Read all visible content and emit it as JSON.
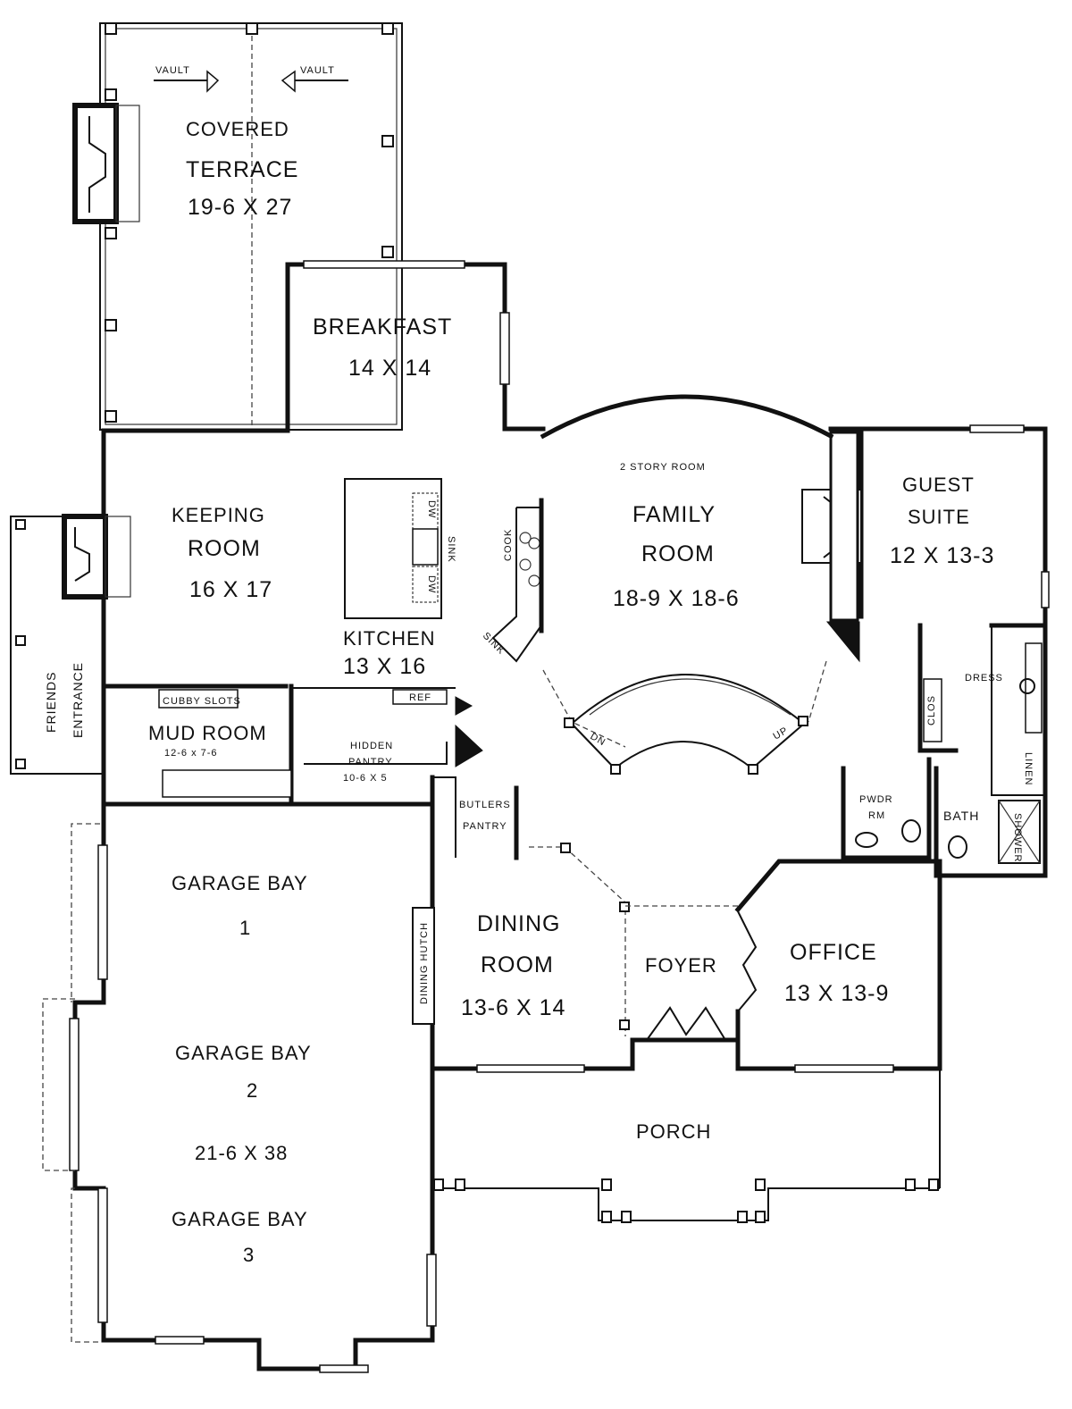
{
  "rooms": {
    "terrace": {
      "name1": "COVERED",
      "name2": "TERRACE",
      "dims": "19-6 X 27",
      "vault": "VAULT"
    },
    "breakfast": {
      "name": "BREAKFAST",
      "dims": "14 X 14"
    },
    "keeping": {
      "name1": "KEEPING",
      "name2": "ROOM",
      "dims": "16 X 17"
    },
    "family": {
      "note": "2 STORY ROOM",
      "name1": "FAMILY",
      "name2": "ROOM",
      "dims": "18-9 X 18-6"
    },
    "guest": {
      "name1": "GUEST",
      "name2": "SUITE",
      "dims": "12 X 13-3"
    },
    "kitchen": {
      "name": "KITCHEN",
      "dims": "13 X 16",
      "sink": "SINK",
      "dw": "DW",
      "cook": "COOK"
    },
    "friends": {
      "line1": "FRIENDS",
      "line2": "ENTRANCE"
    },
    "mud": {
      "name": "MUD ROOM",
      "dims": "12-6 x 7-6",
      "cubby": "CUBBY SLOTS"
    },
    "pantry": {
      "line1": "HIDDEN",
      "line2": "PANTRY",
      "dims": "10-6 X 5",
      "ref": "REF"
    },
    "butlers": {
      "line1": "BUTLERS",
      "line2": "PANTRY"
    },
    "stairs": {
      "dn": "DN",
      "up": "UP"
    },
    "closets": {
      "clos": "CLOS",
      "dress": "DRESS",
      "linen": "LINEN",
      "shower": "SHOWER",
      "bath": "BATH",
      "pwdr1": "PWDR",
      "pwdr2": "RM"
    },
    "garage": {
      "bay1": "GARAGE BAY",
      "bay1n": "1",
      "bay2": "GARAGE BAY",
      "bay2n": "2",
      "dims": "21-6 X 38",
      "bay3": "GARAGE BAY",
      "bay3n": "3"
    },
    "dining": {
      "name1": "DINING",
      "name2": "ROOM",
      "dims": "13-6 X 14",
      "hutch": "DINING HUTCH"
    },
    "foyer": {
      "name": "FOYER"
    },
    "office": {
      "name": "OFFICE",
      "dims": "13 X 13-9"
    },
    "porch": {
      "name": "PORCH"
    }
  }
}
